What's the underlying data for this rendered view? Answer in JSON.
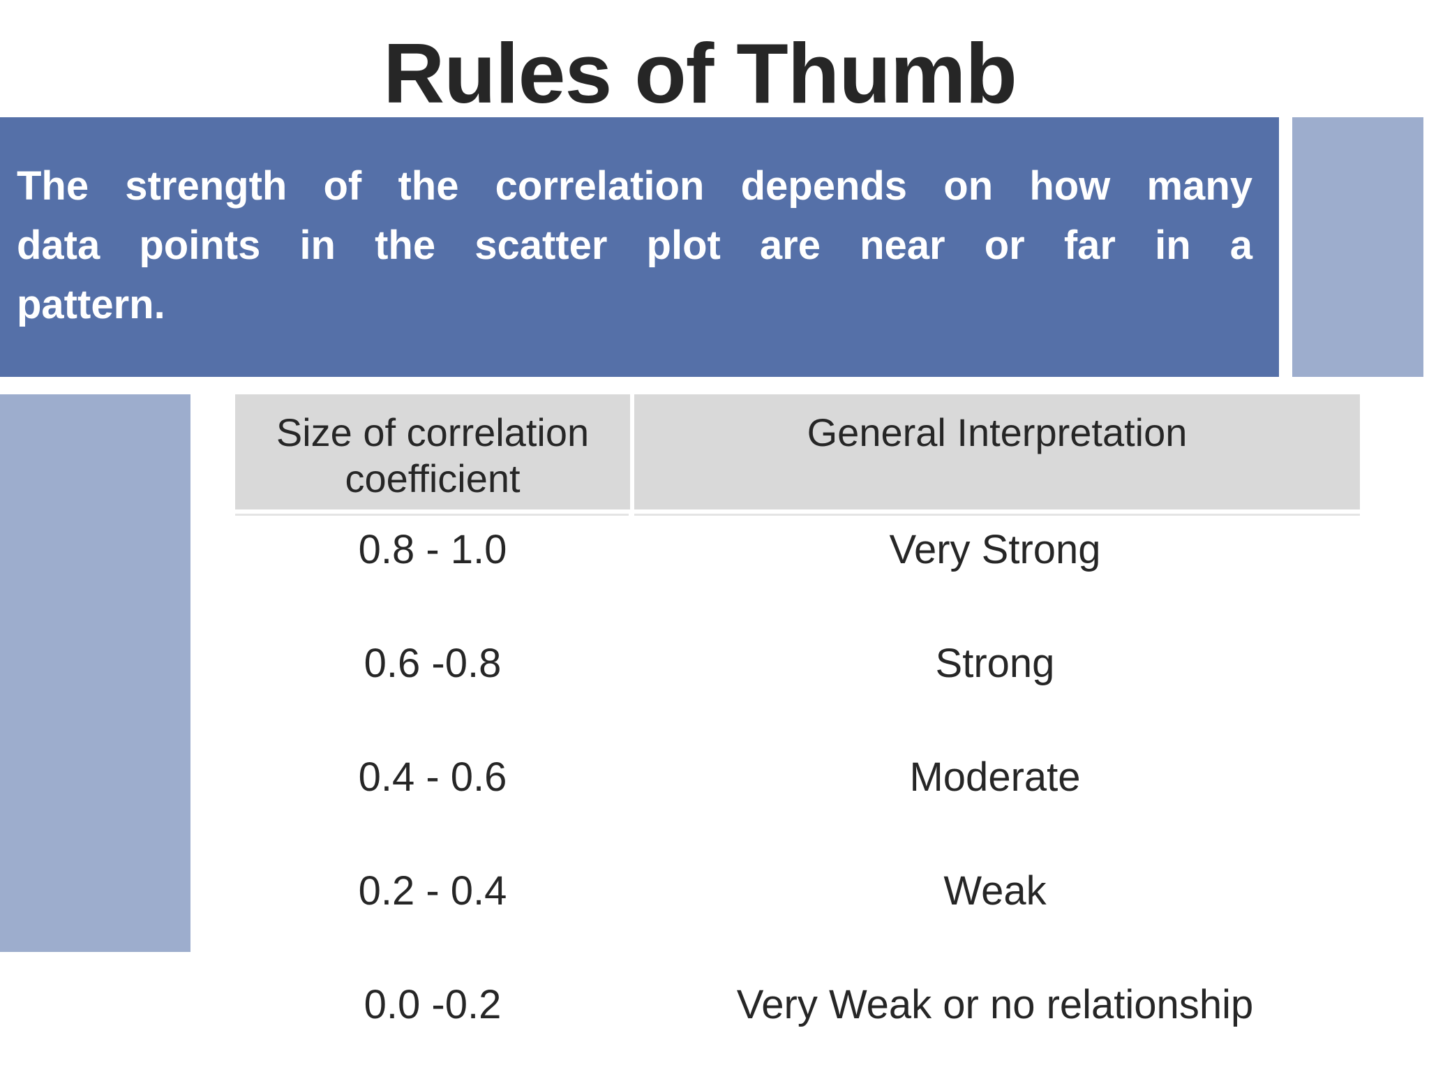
{
  "slide_title": "Rules of Thumb",
  "banner": {
    "lines": [
      "The strength of the correlation depends on how many",
      "data points in the scatter plot are near or far in a",
      "pattern."
    ]
  },
  "table": {
    "headers": [
      "Size of correlation coefficient",
      "General Interpretation"
    ],
    "rows": [
      {
        "coefficient": "0.8 - 1.0",
        "interpretation": "Very Strong"
      },
      {
        "coefficient": "0.6 -0.8",
        "interpretation": "Strong"
      },
      {
        "coefficient": "0.4 - 0.6",
        "interpretation": "Moderate"
      },
      {
        "coefficient": "0.2 - 0.4",
        "interpretation": "Weak"
      },
      {
        "coefficient": "0.0 -0.2",
        "interpretation": "Very Weak or no relationship"
      }
    ]
  },
  "colors": {
    "banner_bg": "#5570a8",
    "banner_text": "#ffffff",
    "accent_light": "#9dadcd",
    "header_bg": "#d9d9d9",
    "separator": "#e4e4e4",
    "text_dark": "#262626"
  }
}
